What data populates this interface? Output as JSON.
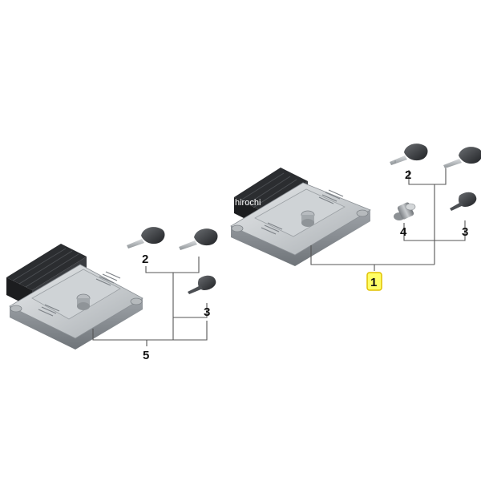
{
  "watermark": "hirochi",
  "callouts": {
    "right_key_top": "2",
    "right_key_side": "3",
    "right_blank": "4",
    "right_assembly": "1",
    "left_key_top": "2",
    "left_key_side": "3",
    "left_assembly": "5"
  },
  "colors": {
    "highlight_fill": "#ffff66",
    "highlight_stroke": "#e0c000",
    "housing_light": "#d4d7da",
    "housing_dark": "#8c9196",
    "connector": "#2b2d30"
  },
  "icons": [
    "ecu-unit",
    "ignition-key",
    "key-blank"
  ]
}
